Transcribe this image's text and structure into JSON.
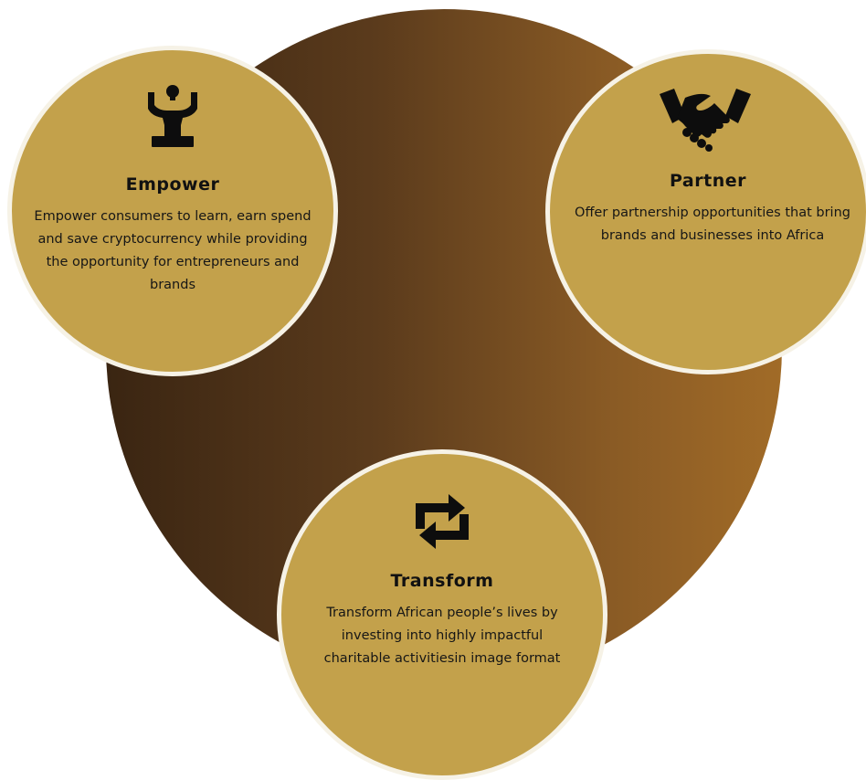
{
  "diagram": {
    "nodes": [
      {
        "id": "empower",
        "icon": "strongman-icon",
        "title": "Empower",
        "description": "Empower consumers to learn, earn spend and save cryptocurrency while providing the opportunity for entrepreneurs and brands"
      },
      {
        "id": "partner",
        "icon": "handshake-icon",
        "title": "Partner",
        "description": "Offer partnership opportunities that bring brands and businesses into Africa"
      },
      {
        "id": "transform",
        "icon": "exchange-arrows-icon",
        "title": "Transform",
        "description": "Transform African people’s lives by investing into highly impactful charitable activitiesin image format"
      }
    ],
    "colors": {
      "node_fill": "#c3a14b",
      "node_border": "#f6f2e6",
      "hub_dark": "#3a2512",
      "hub_light": "#a16b27",
      "icon": "#0d0d0d"
    }
  }
}
